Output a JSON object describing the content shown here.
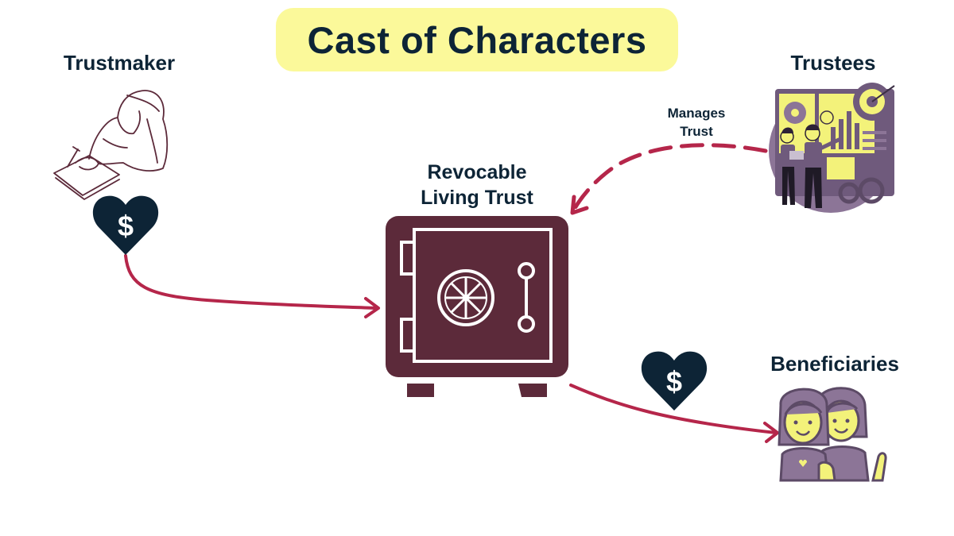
{
  "title": "Cast of Characters",
  "nodes": {
    "trustmaker": {
      "label": "Trustmaker",
      "icon": "person-writing-icon"
    },
    "trust": {
      "label_line1": "Revocable",
      "label_line2": "Living Trust",
      "icon": "safe-icon"
    },
    "trustees": {
      "label": "Trustees",
      "icon": "presentation-dashboard-icon"
    },
    "beneficiaries": {
      "label": "Beneficiaries",
      "icon": "two-people-icon"
    }
  },
  "edges": {
    "manages": {
      "label_line1": "Manages",
      "label_line2": "Trust",
      "style": "dashed"
    },
    "funding": {
      "icon": "heart-dollar-icon",
      "style": "solid"
    },
    "distribution": {
      "icon": "heart-dollar-icon",
      "style": "solid"
    }
  },
  "symbols": {
    "dollar": "$"
  },
  "colors": {
    "title_bg": "#fbf99a",
    "text": "#0d2436",
    "arrow": "#b5264a",
    "safe": "#5c2a3a",
    "heart": "#0d2436",
    "purple": "#8c7597",
    "yellow": "#f3f27a"
  }
}
